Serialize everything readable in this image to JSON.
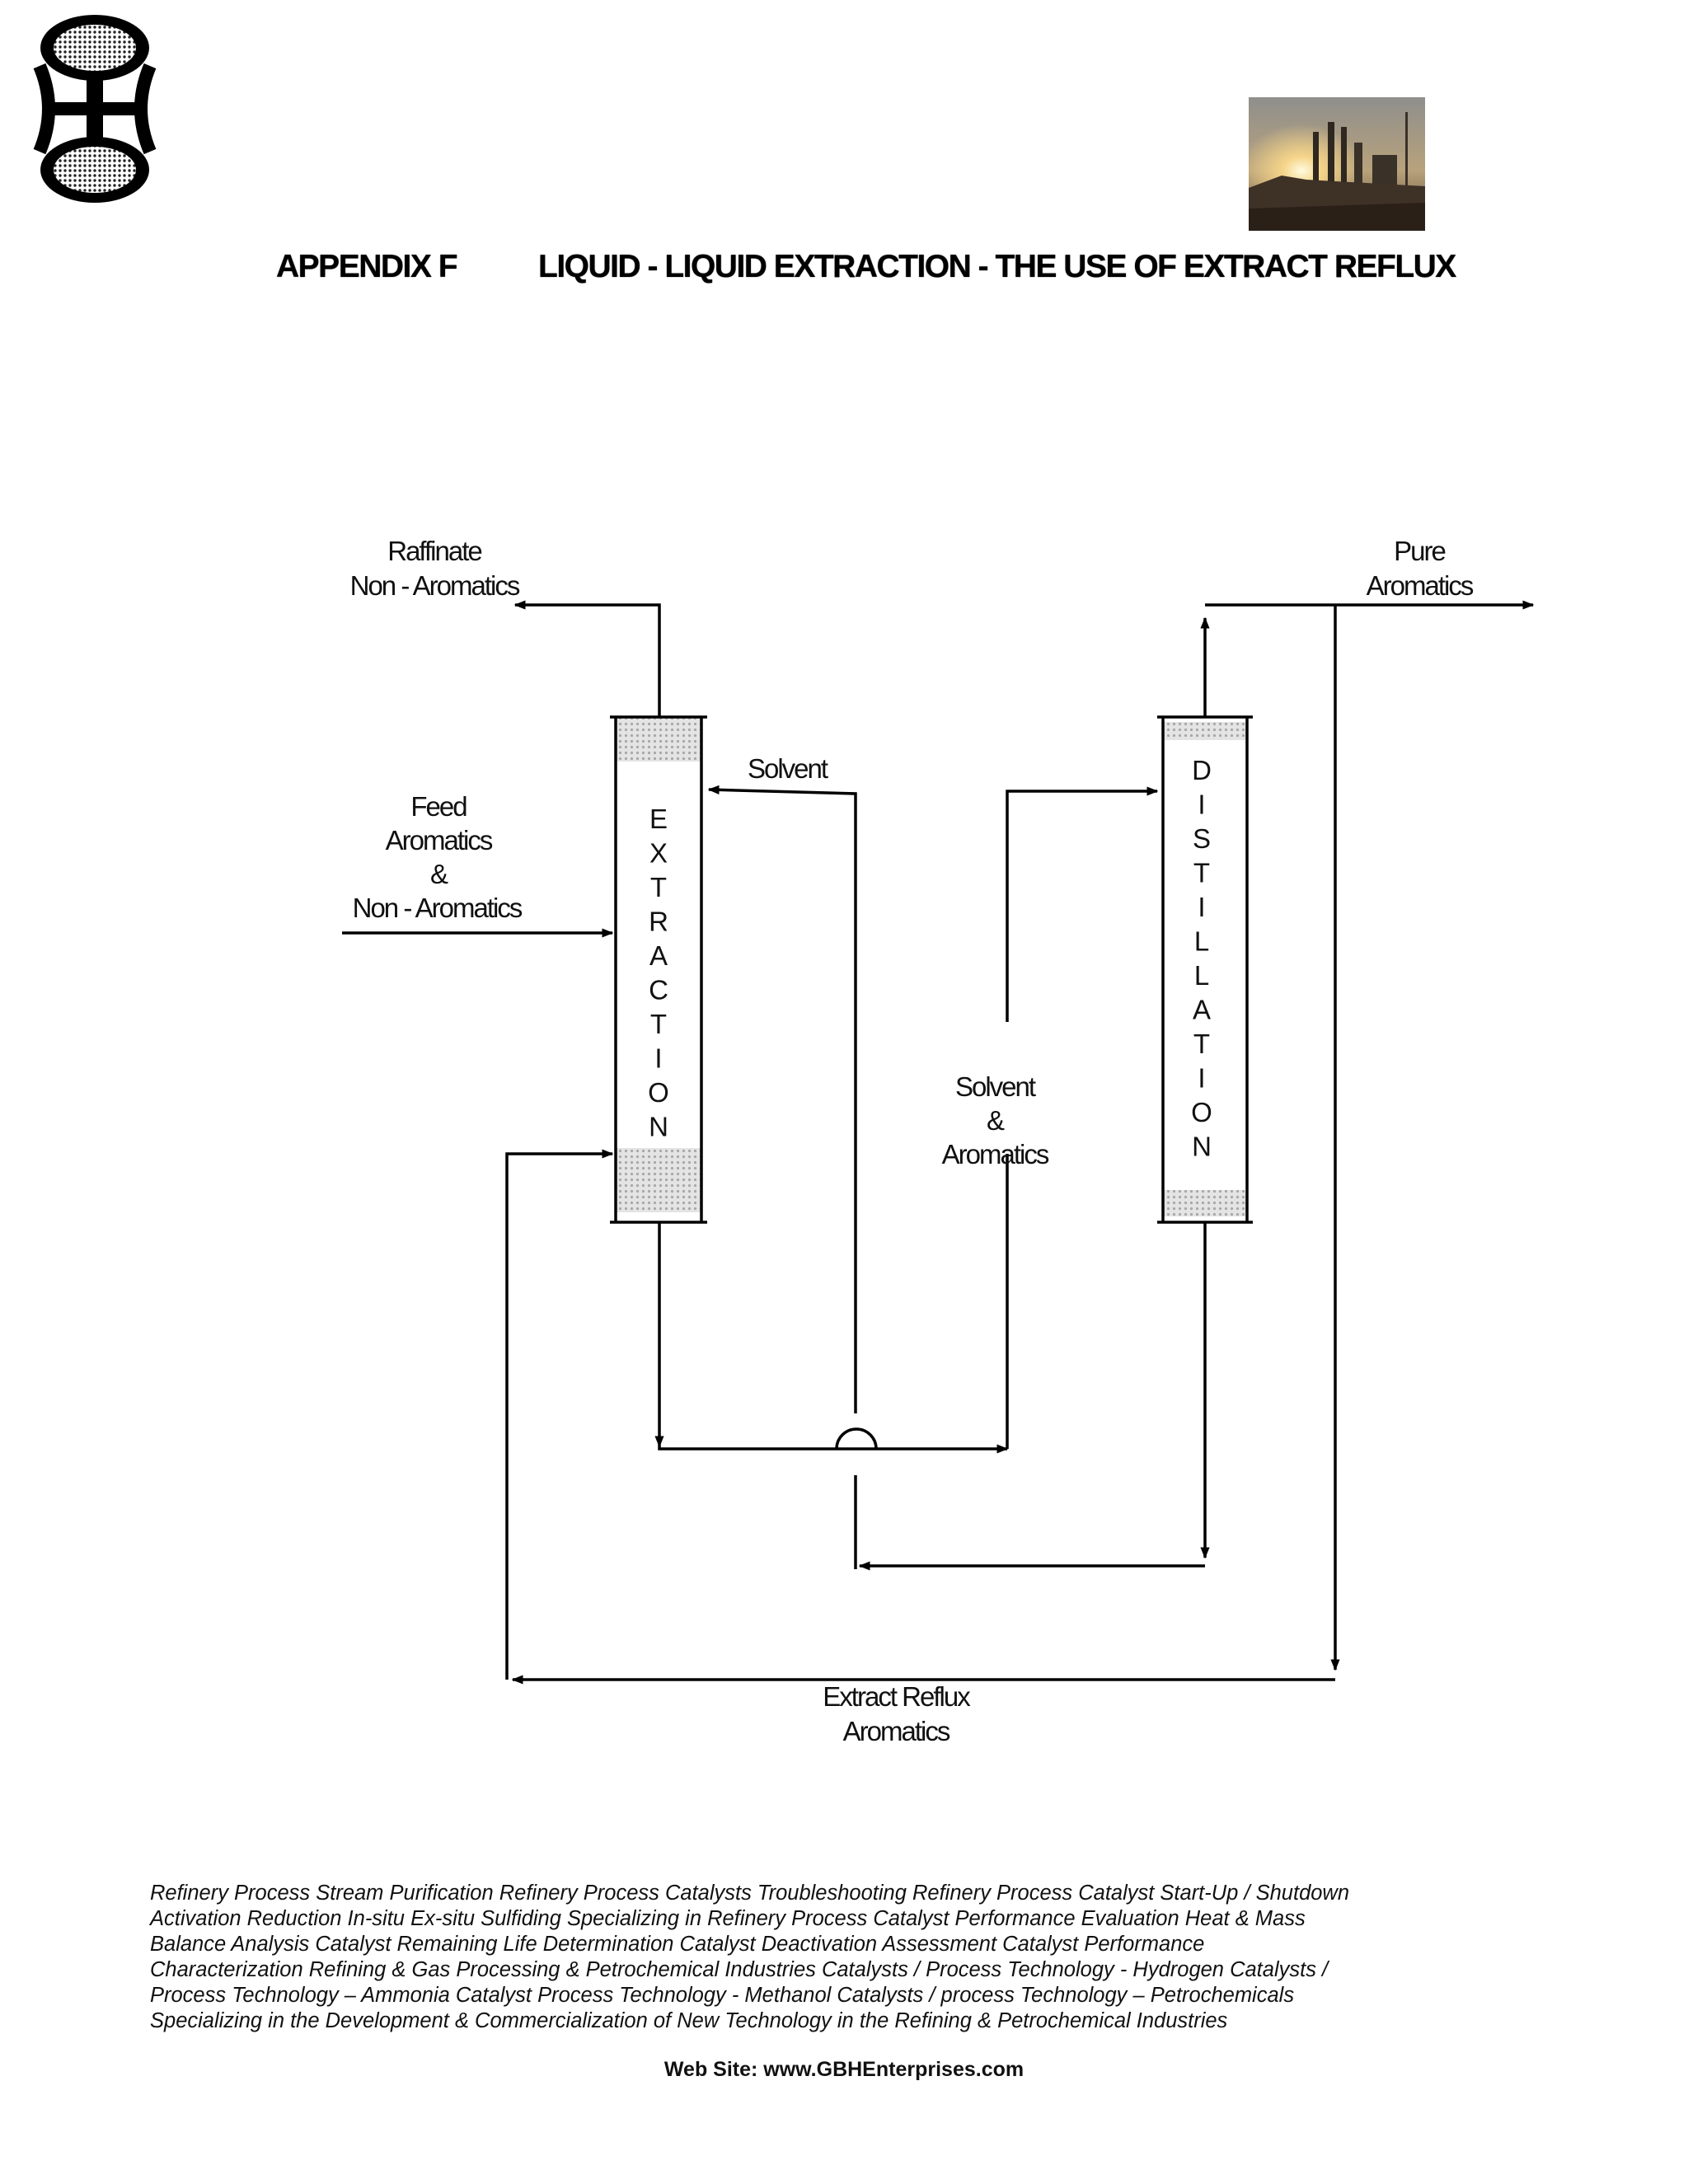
{
  "header": {
    "appendix_label": "APPENDIX F",
    "title": "LIQUID - LIQUID EXTRACTION - THE USE OF EXTRACT REFLUX"
  },
  "diagram": {
    "extraction_column_letters": [
      "E",
      "X",
      "T",
      "R",
      "A",
      "C",
      "T",
      "I",
      "O",
      "N"
    ],
    "distillation_column_letters": [
      "D",
      "I",
      "S",
      "T",
      "I",
      "L",
      "L",
      "A",
      "T",
      "I",
      "O",
      "N"
    ],
    "labels": {
      "raffinate_line1": "Raffinate",
      "raffinate_line2": "Non - Aromatics",
      "pure_line1": "Pure",
      "pure_line2": "Aromatics",
      "solvent": "Solvent",
      "feed_line1": "Feed",
      "feed_line2": "Aromatics",
      "feed_line3": "&",
      "feed_line4": "Non - Aromatics",
      "solvent_arom_line1": "Solvent",
      "solvent_arom_line2": "&",
      "solvent_arom_line3": "Aromatics",
      "reflux_line1": "Extract Reflux",
      "reflux_line2": "Aromatics"
    }
  },
  "footer": {
    "lines": [
      "Refinery Process Stream Purification Refinery Process Catalysts Troubleshooting Refinery Process Catalyst Start-Up / Shutdown",
      " Activation   Reduction  In-situ  Ex-situ Sulfiding Specializing in Refinery Process Catalyst Performance Evaluation Heat & Mass",
      " Balance Analysis  Catalyst Remaining Life Determination  Catalyst Deactivation Assessment  Catalyst Performance",
      "Characterization  Refining  & Gas Processing &  Petrochemical Industries  Catalysts / Process Technology - Hydrogen  Catalysts /",
      "Process Technology – Ammonia  Catalyst Process Technology - Methanol  Catalysts / process Technology – Petrochemicals",
      "Specializing in the Development  & Commercialization of New Technology in the Refining &   Petrochemical Industries"
    ],
    "website": "Web Site: www.GBHEnterprises.com"
  }
}
